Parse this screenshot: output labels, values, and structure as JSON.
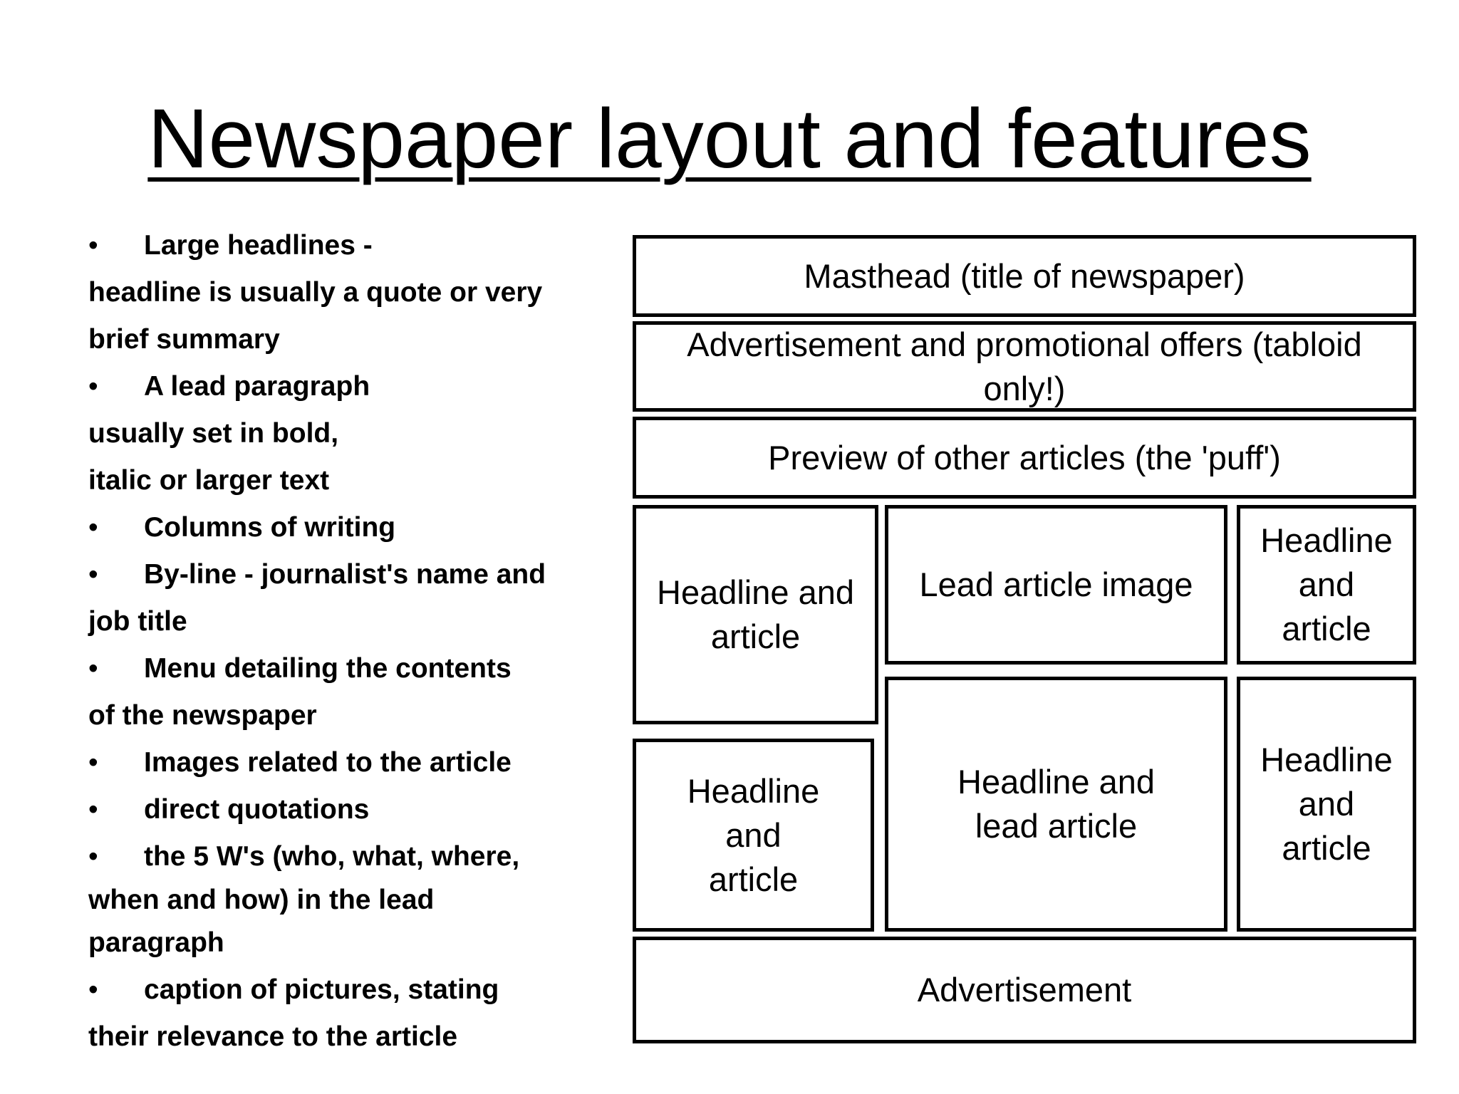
{
  "slide": {
    "title": "Newspaper layout and features"
  },
  "features": {
    "bullet_glyph": "•",
    "lines": [
      {
        "bullet": true,
        "text": "Large headlines -"
      },
      {
        "bullet": false,
        "text": "headline is usually a quote or very"
      },
      {
        "bullet": false,
        "text": "brief summary"
      },
      {
        "bullet": true,
        "text": "A lead paragraph"
      },
      {
        "bullet": false,
        "text": "usually set in bold,"
      },
      {
        "bullet": false,
        "text": "italic or larger text"
      },
      {
        "bullet": true,
        "text": "Columns of writing"
      },
      {
        "bullet": true,
        "text": "By-line - journalist's name  and"
      },
      {
        "bullet": false,
        "text": "job title"
      },
      {
        "bullet": true,
        "text": "Menu detailing the contents"
      },
      {
        "bullet": false,
        "text": "of the newspaper"
      },
      {
        "bullet": true,
        "text": "Images related to the article"
      },
      {
        "bullet": true,
        "text": "direct quotations"
      },
      {
        "bullet": true,
        "text": "the 5 W's (who, what, where,"
      },
      {
        "bullet": false,
        "text": "when and how) in the lead"
      },
      {
        "bullet": false,
        "text": "paragraph"
      },
      {
        "bullet": true,
        "text": "caption of pictures, stating"
      },
      {
        "bullet": false,
        "text": "their relevance to the article"
      }
    ]
  },
  "layout_diagram": {
    "masthead": "Masthead (title of newspaper)",
    "advertisement_offers": "Advertisement and promotional offers (tabloid only!)",
    "preview": "Preview of other articles (the 'puff')",
    "headline_article_left": "Headline and article",
    "lead_image": "Lead article image",
    "headline_article_right_top": "Headline and article",
    "headline_article_left_bottom": "Headline and article",
    "headline_lead_article": "Headline and lead article",
    "headline_article_right_bottom": "Headline and article",
    "advertisement": "Advertisement"
  }
}
